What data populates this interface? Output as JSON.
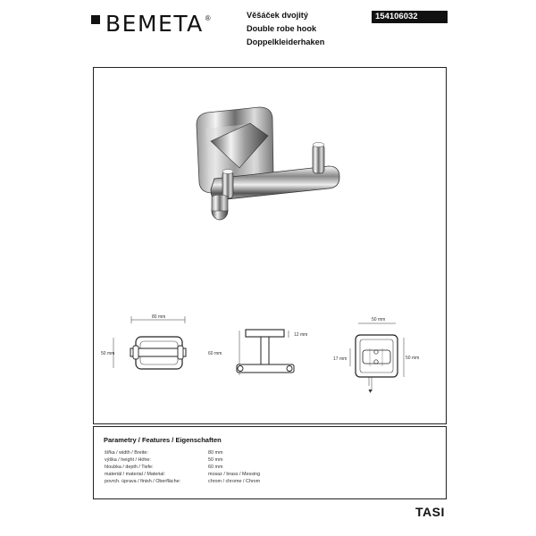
{
  "brand": {
    "name": "BEMETA",
    "reg": "®"
  },
  "titles": [
    "Věšáček dvojitý",
    "Double robe hook",
    "Doppelkleiderhaken"
  ],
  "product_code": "154106032",
  "dimensions": {
    "front_width": "80 mm",
    "front_height": "50 mm",
    "side_height": "60 mm",
    "side_depth": "12 mm",
    "plate_width": "50 mm",
    "plate_height": "50 mm",
    "plate_offset": "17 mm"
  },
  "specs": {
    "heading": "Parametry / Features / Eigenschaften",
    "rows": [
      {
        "label": "šířka / width / Breite:",
        "value": "80 mm"
      },
      {
        "label": "výška / height / Höhe:",
        "value": "50 mm"
      },
      {
        "label": "hloubka / depth / Tiefe:",
        "value": "60 mm"
      },
      {
        "label": "materiál / material / Material:",
        "value": "mosaz / brass / Messing"
      },
      {
        "label": "povrch. úprava / finish / Oberfläche:",
        "value": "chrom / chrome / Chrom"
      }
    ]
  },
  "series_name": "TASI"
}
